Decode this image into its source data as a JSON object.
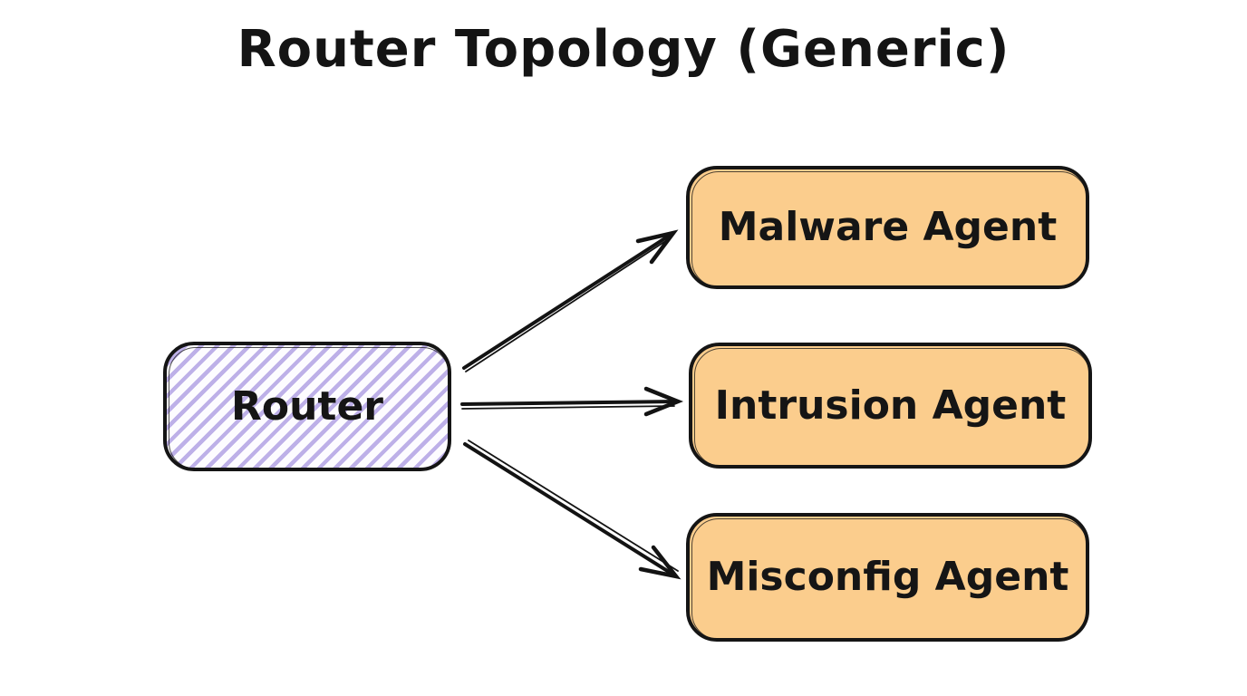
{
  "title": "Router Topology (Generic)",
  "nodes": {
    "router": {
      "label": "Router",
      "fill_style": "diagonal-hatch",
      "hatch_color": "#a896e0",
      "border_color": "#151515"
    },
    "agents": [
      {
        "id": "malware-agent",
        "label": "Malware Agent",
        "fill_color": "#fbcd8d"
      },
      {
        "id": "intrusion-agent",
        "label": "Intrusion Agent",
        "fill_color": "#fbcd8d"
      },
      {
        "id": "misconfig-agent",
        "label": "Misconfig Agent",
        "fill_color": "#fbcd8d"
      }
    ]
  },
  "edges": [
    {
      "from": "Router",
      "to": "Malware Agent",
      "style": "arrow"
    },
    {
      "from": "Router",
      "to": "Intrusion Agent",
      "style": "arrow"
    },
    {
      "from": "Router",
      "to": "Misconfig Agent",
      "style": "arrow"
    }
  ],
  "colors": {
    "background": "#ffffff",
    "stroke": "#131313",
    "agent_fill": "#fbcd8d",
    "router_hatch": "#a896e0",
    "text": "#141414"
  }
}
